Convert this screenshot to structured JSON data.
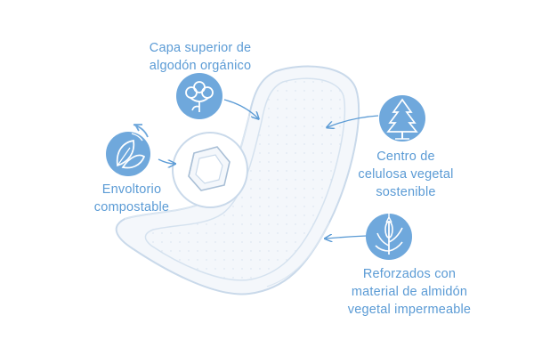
{
  "colors": {
    "accent": "#5b9bd5",
    "icon_fill": "#6fa8dc",
    "outline": "#c9d9ea",
    "product_fill": "#f4f7fb"
  },
  "labels": {
    "top": [
      "Capa superior de",
      "algodón orgánico"
    ],
    "left": [
      "Envoltorio",
      "compostable"
    ],
    "right": [
      "Centro de",
      "celulosa vegetal",
      "sostenible"
    ],
    "bottom": [
      "Reforzados con",
      "material de almidón",
      "vegetal impermeable"
    ]
  },
  "icons": {
    "top": "cotton-boll-icon",
    "left": "recycle-leaves-icon",
    "right": "pine-tree-icon",
    "bottom": "corn-plant-icon"
  }
}
